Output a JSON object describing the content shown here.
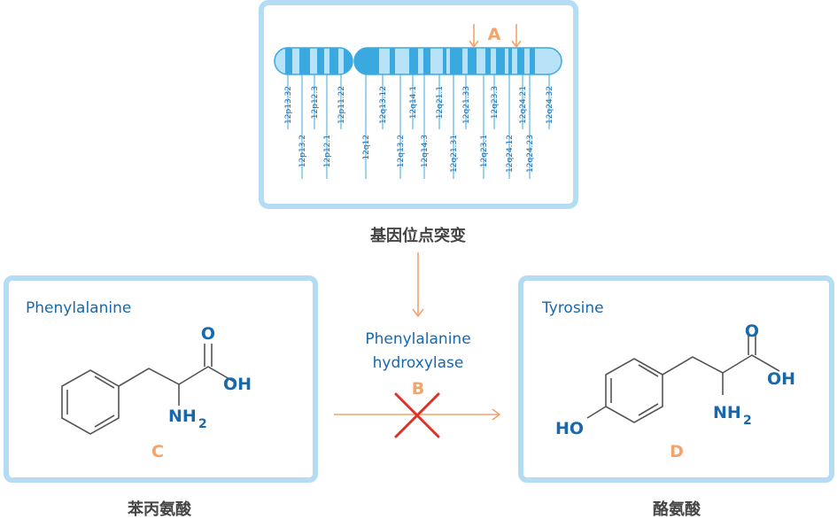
{
  "chromosome": {
    "p_labels_top": [
      "12p13.32",
      "12p12.3",
      "12p11.22"
    ],
    "p_labels_bottom": [
      "12p13.2",
      "12p12.1"
    ],
    "q_labels_top": [
      "12q13.12",
      "12q14.1",
      "12q21.1",
      "12q21.33",
      "12q23.3",
      "12q24.21",
      "12q24.32"
    ],
    "q_labels_bottom": [
      "12q12",
      "12q13.2",
      "12q14.3",
      "12q21.31",
      "12q23.1",
      "12q24.12",
      "12q24.23"
    ],
    "marker_label": "A"
  },
  "mutation_label": "基因位点突变",
  "enzyme": {
    "line1": "Phenylalanine",
    "line2": "hydroxylase",
    "marker_label": "B"
  },
  "left_molecule": {
    "name": "Phenylalanine",
    "atom_o": "O",
    "atom_oh": "OH",
    "atom_nh": "NH",
    "atom_sub": "2",
    "marker_label": "C",
    "caption": "苯丙氨酸"
  },
  "right_molecule": {
    "name": "Tyrosine",
    "atom_o": "O",
    "atom_oh": "OH",
    "atom_nh": "NH",
    "atom_sub": "2",
    "atom_ho": "HO",
    "marker_label": "D",
    "caption": "酪氨酸"
  },
  "colors": {
    "frame": "#b4dcf5",
    "blue_text": "#1768ac",
    "orange": "#f2a46a",
    "red_cross": "#e0302a",
    "band_dark": "#3aa9e0",
    "band_light": "#b8e2f8"
  }
}
